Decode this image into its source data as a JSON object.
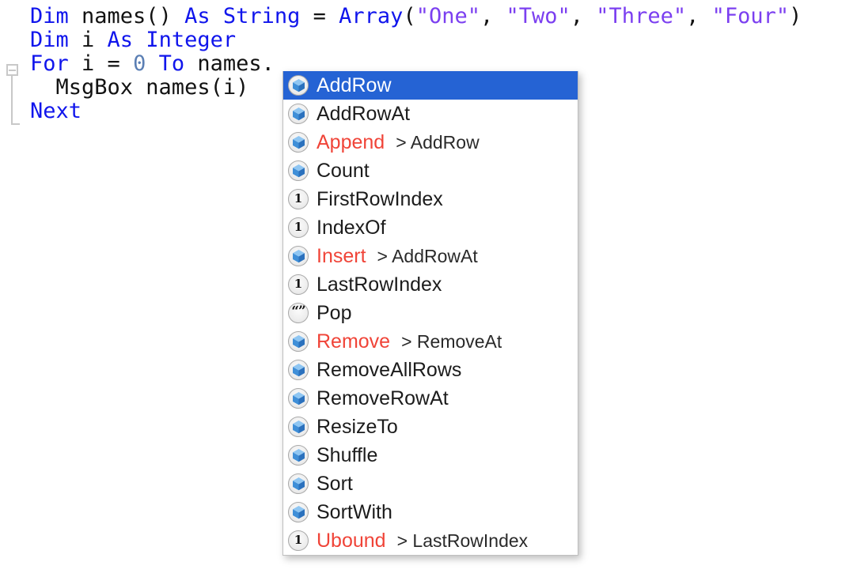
{
  "editor": {
    "language": "Xojo BASIC",
    "gutter": {
      "fold_marker": "collapse-minus",
      "fold_block_start_line": 3,
      "fold_block_end_line": 5
    },
    "lines": [
      {
        "n": 1,
        "tokens": [
          {
            "t": "Dim ",
            "c": "kw"
          },
          {
            "t": "names() ",
            "c": "plain"
          },
          {
            "t": "As String ",
            "c": "kw"
          },
          {
            "t": "= ",
            "c": "plain"
          },
          {
            "t": "Array",
            "c": "kw"
          },
          {
            "t": "(",
            "c": "plain"
          },
          {
            "t": "\"One\"",
            "c": "str"
          },
          {
            "t": ", ",
            "c": "plain"
          },
          {
            "t": "\"Two\"",
            "c": "str"
          },
          {
            "t": ", ",
            "c": "plain"
          },
          {
            "t": "\"Three\"",
            "c": "str"
          },
          {
            "t": ", ",
            "c": "plain"
          },
          {
            "t": "\"Four\"",
            "c": "str"
          },
          {
            "t": ")",
            "c": "plain"
          }
        ],
        "text": "Dim names() As String = Array(\"One\", \"Two\", \"Three\", \"Four\")"
      },
      {
        "n": 2,
        "tokens": [
          {
            "t": "Dim ",
            "c": "kw"
          },
          {
            "t": "i ",
            "c": "plain"
          },
          {
            "t": "As Integer",
            "c": "kw"
          }
        ],
        "text": "Dim i As Integer"
      },
      {
        "n": 3,
        "tokens": [
          {
            "t": "For ",
            "c": "kw"
          },
          {
            "t": "i = ",
            "c": "plain"
          },
          {
            "t": "0",
            "c": "num"
          },
          {
            "t": " ",
            "c": "plain"
          },
          {
            "t": "To",
            "c": "kw"
          },
          {
            "t": " names.",
            "c": "plain"
          }
        ],
        "text": "For i = 0 To names."
      },
      {
        "n": 4,
        "tokens": [
          {
            "t": "  MsgBox names(i)",
            "c": "plain"
          }
        ],
        "text": "  MsgBox names(i)"
      },
      {
        "n": 5,
        "tokens": [
          {
            "t": "Next",
            "c": "kw"
          }
        ],
        "text": "Next"
      }
    ]
  },
  "autocomplete": {
    "selected_index": 0,
    "items": [
      {
        "label": "AddRow",
        "icon": "cube",
        "icon_name": "method-cube-icon",
        "hint": "",
        "deprecated": false,
        "selected": true
      },
      {
        "label": "AddRowAt",
        "icon": "cube",
        "icon_name": "method-cube-icon",
        "hint": "",
        "deprecated": false,
        "selected": false
      },
      {
        "label": "Append",
        "icon": "cube",
        "icon_name": "method-cube-icon",
        "hint": "> AddRow",
        "deprecated": true,
        "selected": false
      },
      {
        "label": "Count",
        "icon": "cube",
        "icon_name": "method-cube-icon",
        "hint": "",
        "deprecated": false,
        "selected": false
      },
      {
        "label": "FirstRowIndex",
        "icon": "num",
        "icon_name": "integer-one-icon",
        "hint": "",
        "deprecated": false,
        "selected": false
      },
      {
        "label": "IndexOf",
        "icon": "num",
        "icon_name": "integer-one-icon",
        "hint": "",
        "deprecated": false,
        "selected": false
      },
      {
        "label": "Insert",
        "icon": "cube",
        "icon_name": "method-cube-icon",
        "hint": "> AddRowAt",
        "deprecated": true,
        "selected": false
      },
      {
        "label": "LastRowIndex",
        "icon": "num",
        "icon_name": "integer-one-icon",
        "hint": "",
        "deprecated": false,
        "selected": false
      },
      {
        "label": "Pop",
        "icon": "quote",
        "icon_name": "string-quotes-icon",
        "hint": "",
        "deprecated": false,
        "selected": false
      },
      {
        "label": "Remove",
        "icon": "cube",
        "icon_name": "method-cube-icon",
        "hint": "> RemoveAt",
        "deprecated": true,
        "selected": false
      },
      {
        "label": "RemoveAllRows",
        "icon": "cube",
        "icon_name": "method-cube-icon",
        "hint": "",
        "deprecated": false,
        "selected": false
      },
      {
        "label": "RemoveRowAt",
        "icon": "cube",
        "icon_name": "method-cube-icon",
        "hint": "",
        "deprecated": false,
        "selected": false
      },
      {
        "label": "ResizeTo",
        "icon": "cube",
        "icon_name": "method-cube-icon",
        "hint": "",
        "deprecated": false,
        "selected": false
      },
      {
        "label": "Shuffle",
        "icon": "cube",
        "icon_name": "method-cube-icon",
        "hint": "",
        "deprecated": false,
        "selected": false
      },
      {
        "label": "Sort",
        "icon": "cube",
        "icon_name": "method-cube-icon",
        "hint": "",
        "deprecated": false,
        "selected": false
      },
      {
        "label": "SortWith",
        "icon": "cube",
        "icon_name": "method-cube-icon",
        "hint": "",
        "deprecated": false,
        "selected": false
      },
      {
        "label": "Ubound",
        "icon": "num",
        "icon_name": "integer-one-icon",
        "hint": "> LastRowIndex",
        "deprecated": true,
        "selected": false
      }
    ],
    "icon_glyphs": {
      "num": "1",
      "quote": "“”"
    }
  },
  "colors": {
    "background": "#ffffff",
    "keyword": "#1015ec",
    "string": "#7b3ff0",
    "number": "#5b7fb4",
    "plain_text": "#121212",
    "selection_blue": "#2563d4",
    "deprecated_red": "#f04438",
    "gutter_gray": "#c8c8c8",
    "popup_border": "#bfbfbf"
  }
}
